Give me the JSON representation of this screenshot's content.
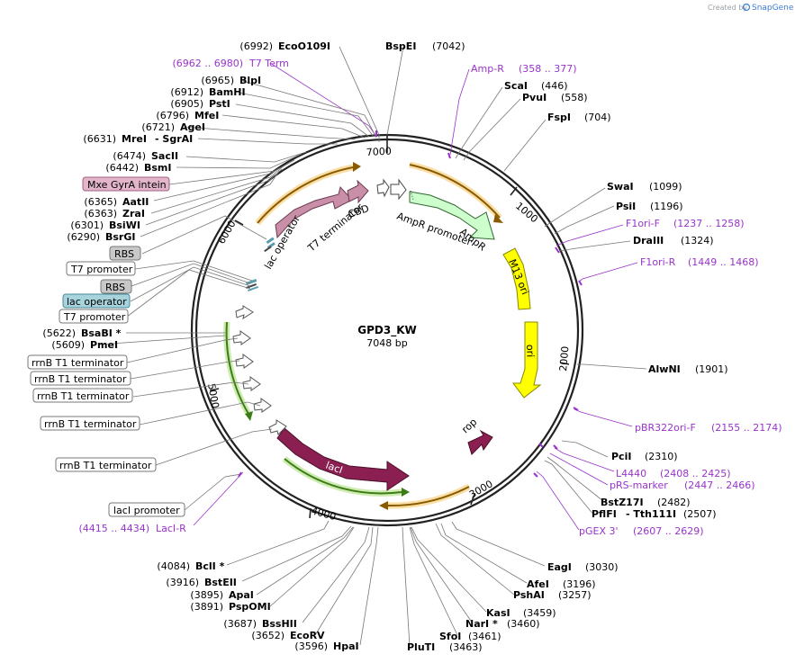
{
  "credit": {
    "prefix": "Created by",
    "brand": "SnapGene"
  },
  "plasmid": {
    "name": "GPD3_KW",
    "length": "7048 bp"
  },
  "ticks": [
    "1000",
    "2000",
    "3000",
    "4000",
    "5000",
    "6000",
    "7000"
  ],
  "features": {
    "ampr_promoter": "AmpR promoter",
    "ampr": "AmpR",
    "m13_ori": "M13 ori",
    "ori": "ori",
    "rop": "rop",
    "laci": "lacI",
    "lac_operator": "lac operator",
    "t7_terminator": "T7 terminator",
    "cbd": "CBD"
  },
  "left_labels": [
    {
      "num": "(6992)",
      "name": "EcoO109I"
    },
    {
      "pos": "(6962 .. 6980)",
      "name": "T7 Term"
    },
    {
      "num": "(6965)",
      "name": "BlpI"
    },
    {
      "num": "(6912)",
      "name": "BamHI"
    },
    {
      "num": "(6905)",
      "name": "PstI"
    },
    {
      "num": "(6796)",
      "name": "MfeI"
    },
    {
      "num": "(6721)",
      "name": "AgeI"
    },
    {
      "num": "(6631)",
      "name": "MreI",
      "extra": "- SgrAI"
    },
    {
      "num": "(6474)",
      "name": "SacII"
    },
    {
      "num": "(6442)",
      "name": "BsmI"
    },
    {
      "box": "Mxe GyrA intein"
    },
    {
      "num": "(6365)",
      "name": "AatII"
    },
    {
      "num": "(6363)",
      "name": "ZraI"
    },
    {
      "num": "(6301)",
      "name": "BsiWI"
    },
    {
      "num": "(6290)",
      "name": "BsrGI"
    },
    {
      "box": "RBS"
    },
    {
      "box": "T7 promoter"
    },
    {
      "box": "RBS"
    },
    {
      "box": "lac operator"
    },
    {
      "box": "T7 promoter"
    },
    {
      "num": "(5622)",
      "name": "BsaBI *"
    },
    {
      "num": "(5609)",
      "name": "PmeI"
    },
    {
      "box": "rrnB T1 terminator"
    },
    {
      "box": "rrnB T1 terminator"
    },
    {
      "box": "rrnB T1 terminator"
    },
    {
      "box": "rrnB T1 terminator"
    },
    {
      "box": "rrnB T1 terminator"
    },
    {
      "box": "lacI promoter"
    },
    {
      "pos": "(4415 .. 4434)",
      "name": "LacI-R"
    }
  ],
  "right_labels": [
    {
      "name": "BspEI",
      "num": "(7042)"
    },
    {
      "name": "Amp-R",
      "pos": "(358 .. 377)"
    },
    {
      "name": "ScaI",
      "num": "(446)"
    },
    {
      "name": "PvuI",
      "num": "(558)"
    },
    {
      "name": "FspI",
      "num": "(704)"
    },
    {
      "name": "SwaI",
      "num": "(1099)"
    },
    {
      "name": "PsiI",
      "num": "(1196)"
    },
    {
      "name": "F1ori-F",
      "pos": "(1237 .. 1258)"
    },
    {
      "name": "DraIII",
      "num": "(1324)"
    },
    {
      "name": "F1ori-R",
      "pos": "(1449 .. 1468)"
    },
    {
      "name": "AlwNI",
      "num": "(1901)"
    },
    {
      "name": "pBR322ori-F",
      "pos": "(2155 .. 2174)"
    },
    {
      "name": "PciI",
      "num": "(2310)"
    },
    {
      "name": "L4440",
      "pos": "(2408 .. 2425)"
    },
    {
      "name": "pRS-marker",
      "pos": "(2447 .. 2466)"
    },
    {
      "name": "BstZ17I",
      "num": "(2482)"
    },
    {
      "name": "PflFI",
      "extra": "- Tth111I",
      "num": "(2507)"
    },
    {
      "name": "pGEX 3'",
      "pos": "(2607 .. 2629)"
    }
  ],
  "bottom_labels": [
    {
      "num": "(4084)",
      "name": "BclI *"
    },
    {
      "num": "(3916)",
      "name": "BstEII"
    },
    {
      "num": "(3895)",
      "name": "ApaI"
    },
    {
      "num": "(3891)",
      "name": "PspOMI"
    },
    {
      "num": "(3687)",
      "name": "BssHII"
    },
    {
      "num": "(3652)",
      "name": "EcoRV"
    },
    {
      "num": "(3596)",
      "name": "HpaI"
    },
    {
      "name": "PluTI",
      "num": "(3463)"
    },
    {
      "name": "SfoI",
      "num": "(3461)"
    },
    {
      "name": "NarI *",
      "num": "(3460)"
    },
    {
      "name": "KasI",
      "num": "(3459)"
    },
    {
      "name": "PshAI",
      "num": "(3257)"
    },
    {
      "name": "AfeI",
      "num": "(3196)"
    },
    {
      "name": "EagI",
      "num": "(3030)"
    }
  ],
  "colors": {
    "purple": "#9933cc",
    "ring": "#222222",
    "yellow": "#ffff00",
    "mauve": "#c98fa9",
    "maroon": "#8b1f52",
    "green_arrow": "#66bb33",
    "orange_arrow": "#f5a623"
  }
}
